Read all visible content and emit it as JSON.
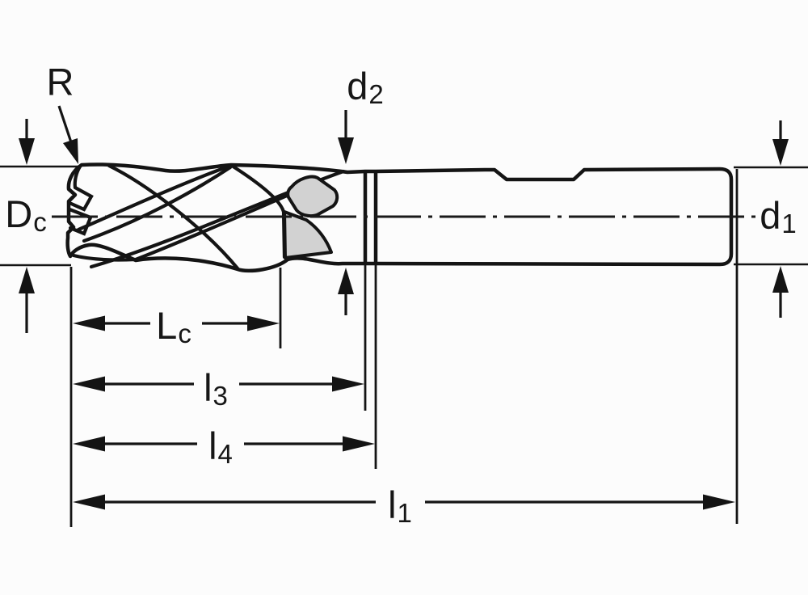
{
  "labels": {
    "corner_radius": {
      "main": "R",
      "sub": ""
    },
    "neck_diameter": {
      "main": "d",
      "sub": "2"
    },
    "cutting_diameter": {
      "main": "D",
      "sub": "c"
    },
    "shank_diameter": {
      "main": "d",
      "sub": "1"
    },
    "cutting_length": {
      "main": "L",
      "sub": "c"
    },
    "length_l3": {
      "main": "l",
      "sub": "3"
    },
    "length_l4": {
      "main": "l",
      "sub": "4"
    },
    "overall_length": {
      "main": "l",
      "sub": "1"
    }
  },
  "colors": {
    "body_fill": "#d2d2d2",
    "line": "#141414",
    "background": "#fcfcfc"
  }
}
